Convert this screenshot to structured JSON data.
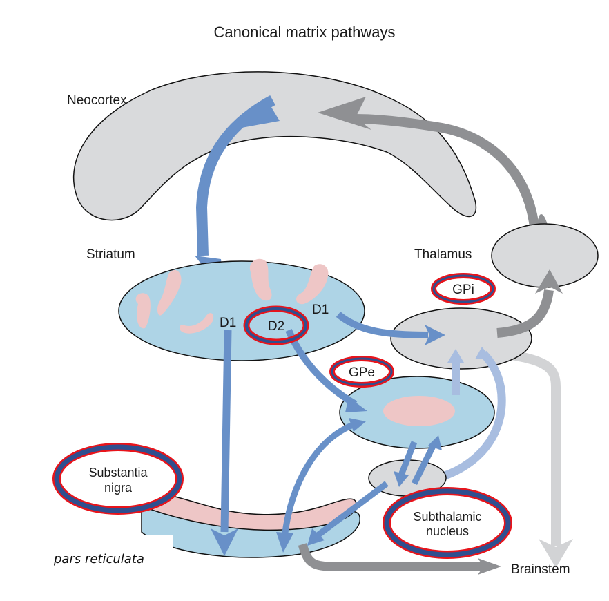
{
  "title": "Canonical matrix pathways",
  "labels": {
    "neocortex": "Neocortex",
    "striatum": "Striatum",
    "thalamus": "Thalamus",
    "gpi": "GPi",
    "gpe": "GPe",
    "d1_left": "D1",
    "d1_right": "D1",
    "d2": "D2",
    "substantia_nigra_line1": "Substantia",
    "substantia_nigra_line2": "nigra",
    "subthalamic_line1": "Subthalamic",
    "subthalamic_line2": "nucleus",
    "pars_reticulata": "pars reticulata",
    "brainstem": "Brainstem"
  },
  "highlighted_labels": [
    "D2",
    "GPi",
    "GPe",
    "Substantia nigra",
    "Subthalamic nucleus"
  ],
  "colors": {
    "region_gray": "#d9dadc",
    "region_blue": "#aed4e6",
    "patch_pink": "#eec6c6",
    "arrow_blue": "#6890c8",
    "arrow_blue_light": "#a8bde0",
    "arrow_gray": "#8f9093",
    "arrow_gray_light": "#d2d3d5",
    "highlight_outer": "#e8141b",
    "highlight_inner": "#2f4f8f"
  },
  "pathways": [
    {
      "from": "Neocortex",
      "to": "Striatum",
      "type": "excitatory"
    },
    {
      "from": "Striatum D1",
      "to": "GPi",
      "type": "direct"
    },
    {
      "from": "Striatum D1",
      "to": "Substantia nigra pars reticulata",
      "type": "direct"
    },
    {
      "from": "Striatum D2",
      "to": "GPe",
      "type": "indirect"
    },
    {
      "from": "GPe",
      "to": "GPi",
      "type": "indirect"
    },
    {
      "from": "GPe",
      "to": "Subthalamic nucleus",
      "type": "indirect"
    },
    {
      "from": "Subthalamic nucleus",
      "to": "GPe",
      "type": "indirect"
    },
    {
      "from": "Subthalamic nucleus",
      "to": "GPi",
      "type": "indirect"
    },
    {
      "from": "Subthalamic nucleus",
      "to": "Substantia nigra pars reticulata",
      "type": "indirect"
    },
    {
      "from": "GPe",
      "to": "Substantia nigra pars reticulata",
      "type": "indirect"
    },
    {
      "from": "GPi",
      "to": "Thalamus",
      "type": "output"
    },
    {
      "from": "GPi",
      "to": "Brainstem",
      "type": "output"
    },
    {
      "from": "Substantia nigra pars reticulata",
      "to": "Brainstem",
      "type": "output"
    },
    {
      "from": "Thalamus",
      "to": "Neocortex",
      "type": "feedback"
    }
  ]
}
